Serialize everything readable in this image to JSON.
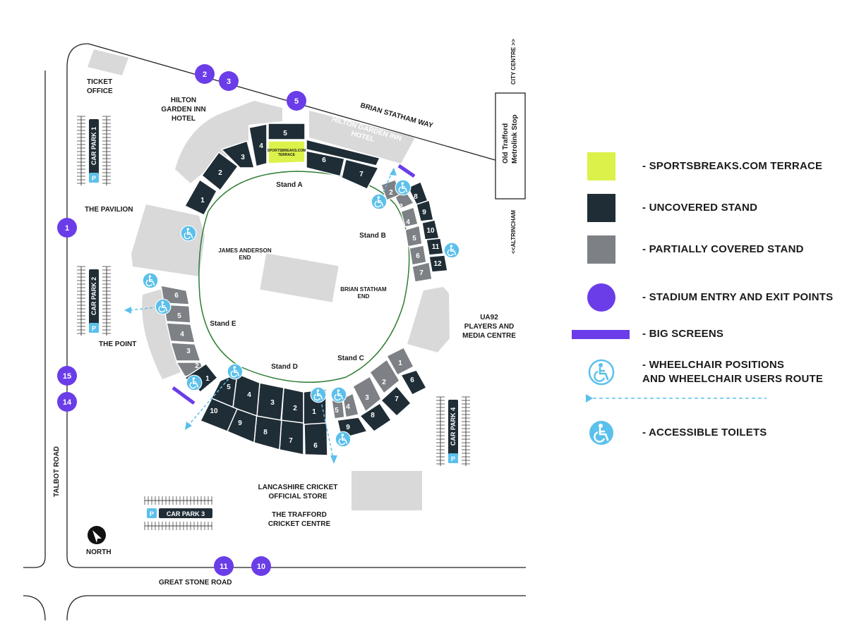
{
  "colors": {
    "terrace": "#dcf24a",
    "uncovered": "#1f2d36",
    "partial": "#7d8185",
    "entry": "#6a3de8",
    "accessible": "#5bc0eb",
    "building": "#d9d9d9",
    "pitch_line": "#2e7d32"
  },
  "map": {
    "roads": {
      "brian_statham_way": "BRIAN STATHAM WAY",
      "talbot_road": "TALBOT ROAD",
      "great_stone_road": "GREAT STONE ROAD",
      "city_centre": "CITY CENTRE >>",
      "altrincham": "<<ALTRINCHAM"
    },
    "metrolink": "Old Trafford\nMetrolink Stop",
    "places": {
      "ticket_office": "TICKET\nOFFICE",
      "hilton_hotel": "HILTON\nGARDEN INN\nHOTEL",
      "hilton_hotel_building": "HILTON GARDEN INN\nHOTEL",
      "the_pavilion": "THE PAVILION",
      "the_point": "THE POINT",
      "ua92": "UA92\nPLAYERS AND\nMEDIA CENTRE",
      "official_store": "LANCASHIRE CRICKET\nOFFICIAL STORE",
      "cricket_centre": "THE TRAFFORD\nCRICKET CENTRE",
      "north": "NORTH",
      "james_anderson_end": "JAMES ANDERSON\nEND",
      "brian_statham_end": "BRIAN STATHAM\nEND"
    },
    "car_parks": {
      "cp1": "CAR PARK 1",
      "cp2": "CAR PARK 2",
      "cp3": "CAR PARK 3",
      "cp4": "CAR PARK 4",
      "p": "P"
    },
    "stands": {
      "a": "Stand A",
      "b": "Stand B",
      "c": "Stand C",
      "d": "Stand D",
      "e": "Stand E"
    },
    "terrace_label": "SPORTSBREAKS.COM\nTERRACE",
    "entry_points": [
      "1",
      "2",
      "3",
      "5",
      "10",
      "11",
      "14",
      "15"
    ]
  },
  "legend": {
    "terrace": "- SPORTSBREAKS.COM TERRACE",
    "uncovered": "- UNCOVERED STAND",
    "partial": "- PARTIALLY COVERED STAND",
    "entry": "- STADIUM ENTRY AND EXIT POINTS",
    "screens": "- BIG SCREENS",
    "wheelchair": "- WHEELCHAIR POSITIONS\nAND WHEELCHAIR USERS ROUTE",
    "toilets": "- ACCESSIBLE TOILETS"
  }
}
